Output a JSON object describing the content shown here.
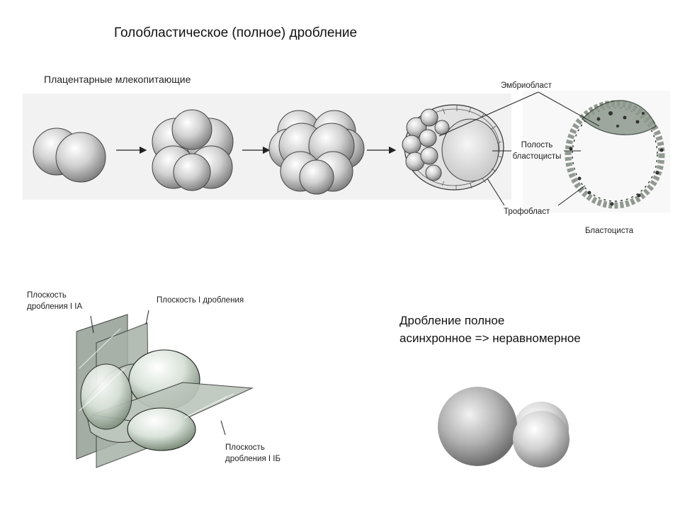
{
  "title": "Голобластическое (полное) дробление",
  "subtitle": "Плацентарные млекопитающие",
  "labels": {
    "embryoblast": "Эмбриобласт",
    "cavity_line1": "Полость",
    "cavity_line2": "бластоцисты",
    "trophoblast": "Трофобласт",
    "blastocyst": "Бластоциста",
    "plane_1a_line1": "Плоскость",
    "plane_1a_line2": "дробления I IA",
    "plane_1": "Плоскость I дробления",
    "plane_1b_line1": "Плоскость",
    "plane_1b_line2": "дробления I IБ"
  },
  "note": {
    "line1": "Дробление полное",
    "line2": "асинхронное => неравномерное"
  }
}
